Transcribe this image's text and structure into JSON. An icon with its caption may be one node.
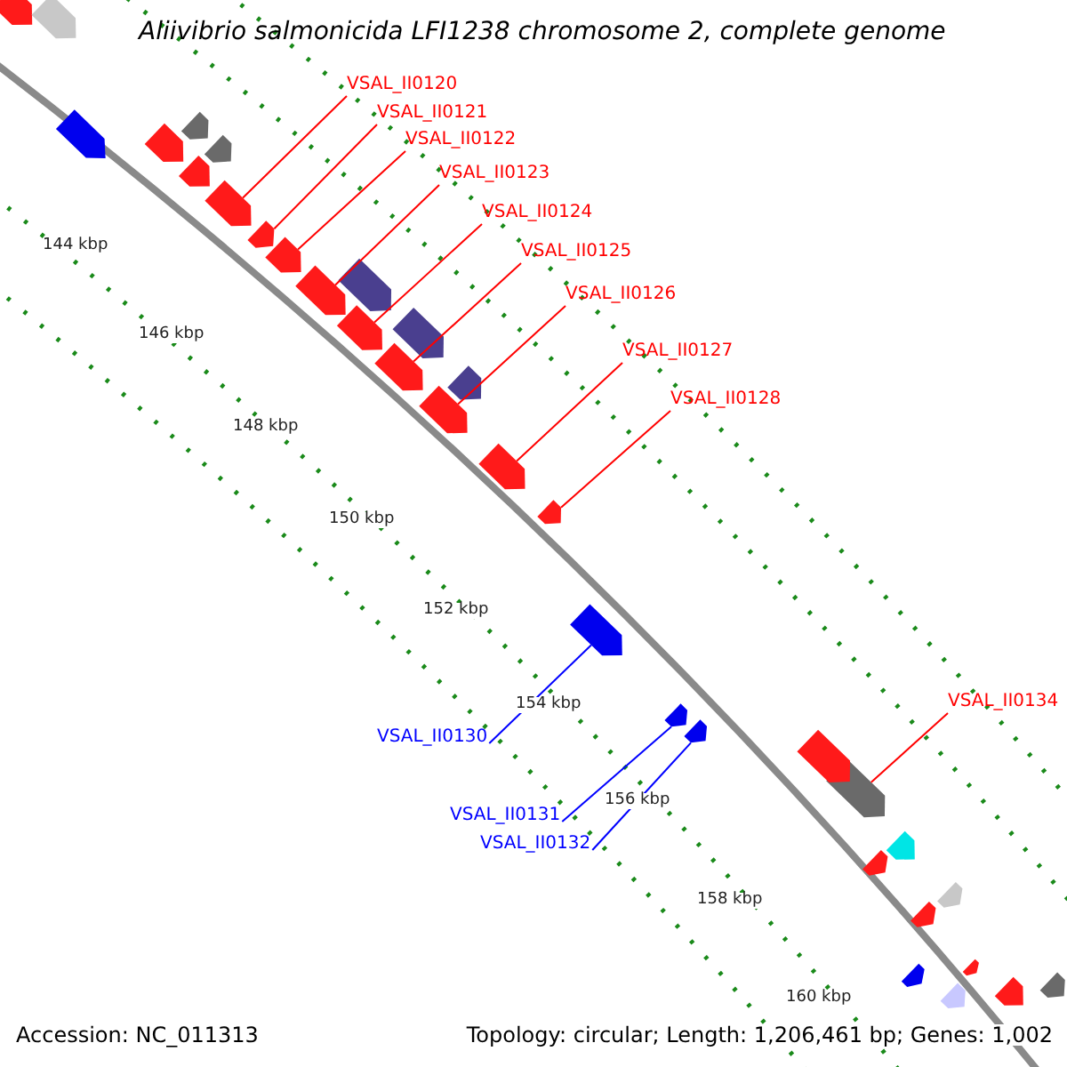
{
  "diagram": {
    "title": "Aliivibrio salmonicida LFI1238 chromosome 2, complete genome",
    "nodes": [
      {
        "text": [
          "VSAL_II0120"
        ]
      },
      {
        "text": [],
        "shape": "arrow"
      },
      {
        "text": [
          "VSAL_II0121"
        ]
      },
      {
        "text": [],
        "shape": "arrow"
      },
      {
        "text": [
          "VSAL_II0122"
        ]
      },
      {
        "text": [],
        "shape": "arrow"
      },
      {
        "text": [
          "VSAL_II0123"
        ]
      },
      {
        "text": [],
        "shape": "arrow"
      },
      {
        "text": [
          "VSAL_II0124"
        ]
      },
      {
        "text": [],
        "shape": "arrow"
      },
      {
        "text": [
          "VSAL_II0125"
        ]
      },
      {
        "text": [],
        "shape": "arrow"
      },
      {
        "text": [
          "VSAL_II0126"
        ]
      },
      {
        "text": [],
        "shape": "arrow"
      },
      {
        "text": [
          "VSAL_II0127"
        ]
      },
      {
        "text": [],
        "shape": "arrow"
      },
      {
        "text": [
          "VSAL_II0128"
        ]
      },
      {
        "text": [],
        "shape": "arrow"
      },
      {
        "text": [
          "VSAL_II0130"
        ]
      },
      {
        "text": [],
        "shape": "arrow"
      },
      {
        "text": [
          "VSAL_II0131"
        ]
      },
      {
        "text": [],
        "shape": "arrow"
      },
      {
        "text": [
          "VSAL_II0132"
        ]
      },
      {
        "text": [],
        "shape": "arrow"
      },
      {
        "text": [
          "VSAL_II0134"
        ]
      },
      {
        "text": [],
        "shape": "arrow"
      },
      {
        "text": [],
        "shape": "arrow"
      },
      {
        "text": [],
        "shape": "arrow"
      },
      {
        "text": [],
        "shape": "arrow"
      },
      {
        "text": [],
        "shape": "arrow"
      },
      {
        "text": [],
        "shape": "arrow"
      },
      {
        "text": [],
        "shape": "arrow"
      },
      {
        "text": [],
        "shape": "arrow"
      },
      {
        "text": [],
        "shape": "arrow"
      },
      {
        "text": [],
        "shape": "arrow"
      },
      {
        "text": [],
        "shape": "arrow"
      },
      {
        "text": [],
        "shape": "arrow"
      },
      {
        "text": [],
        "shape": "arrow"
      },
      {
        "text": [],
        "shape": "arrow"
      },
      {
        "text": [],
        "shape": "arrow"
      },
      {
        "text": [],
        "shape": "arrow"
      },
      {
        "text": [],
        "shape": "arrow"
      },
      {
        "text": [],
        "shape": "arrow"
      },
      {
        "text": [],
        "shape": "arrow"
      },
      {
        "text": [],
        "shape": "arrow"
      },
      {
        "text": [],
        "shape": "arrow"
      }
    ],
    "edges": [
      {
        "from": 0,
        "to": 1,
        "arrow": "none"
      },
      {
        "from": 2,
        "to": 3,
        "arrow": "none"
      },
      {
        "from": 4,
        "to": 5,
        "arrow": "none"
      },
      {
        "from": 6,
        "to": 7,
        "arrow": "none"
      },
      {
        "from": 8,
        "to": 9,
        "arrow": "none"
      },
      {
        "from": 10,
        "to": 11,
        "arrow": "none"
      },
      {
        "from": 12,
        "to": 13,
        "arrow": "none"
      },
      {
        "from": 14,
        "to": 15,
        "arrow": "none"
      },
      {
        "from": 16,
        "to": 17,
        "arrow": "none"
      },
      {
        "from": 18,
        "to": 19,
        "arrow": "none",
        "color": "#0000ff"
      },
      {
        "from": 20,
        "to": 21,
        "arrow": "none",
        "color": "#0000ff"
      },
      {
        "from": 22,
        "to": 23,
        "arrow": "none",
        "color": "#0000ff"
      },
      {
        "from": 24,
        "to": 25,
        "arrow": "none"
      }
    ],
    "labels": [
      "144 kbp",
      "146 kbp",
      "148 kbp",
      "150 kbp",
      "152 kbp",
      "154 kbp",
      "156 kbp",
      "158 kbp",
      "160 kbp",
      "Accession: NC_011313",
      "Topology: circular; Length: 1,206,461 bp; Genes: 1,002"
    ]
  }
}
